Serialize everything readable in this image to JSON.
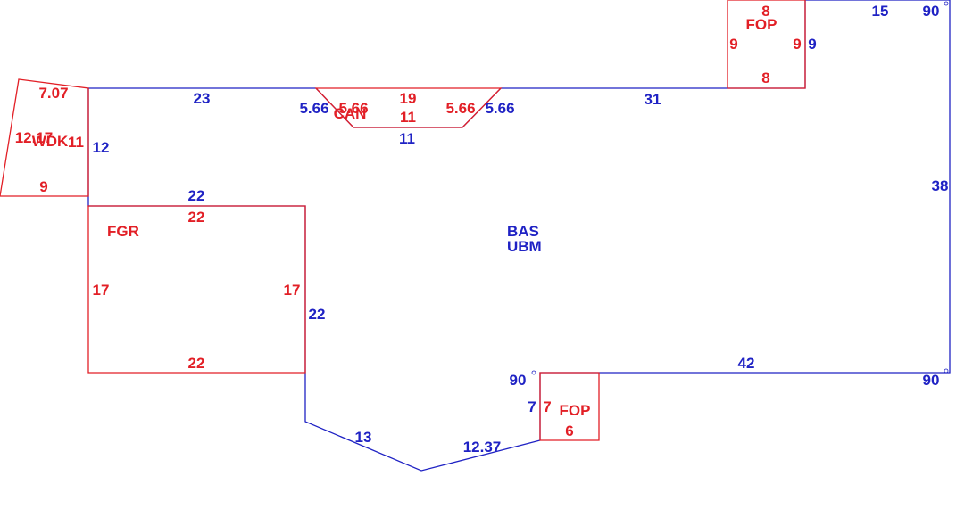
{
  "main_area": {
    "code": "BAS",
    "subcode": "UBM"
  },
  "main_edges": [
    "23",
    "5.66",
    "11",
    "5.66",
    "31",
    "15",
    "38",
    "42",
    "7",
    "12.37",
    "13",
    "22",
    "22",
    "12"
  ],
  "angles": [
    "90",
    "90",
    "90"
  ],
  "degree_symbol": "°",
  "fop_top": {
    "code": "FOP",
    "top": "8",
    "bottom": "8",
    "left": "9",
    "right": "9"
  },
  "fop_bottom": {
    "code": "FOP",
    "left": "7",
    "bottom": "6"
  },
  "can": {
    "code": "CAN",
    "top": "19",
    "bottom": "11",
    "left": "5.66",
    "right": "5.66"
  },
  "wdk": {
    "code": "WDK",
    "top": "7.07",
    "bottom": "9",
    "left": "12.17",
    "right": "11"
  },
  "fgr": {
    "code": "FGR",
    "top": "22",
    "bottom": "22",
    "left": "17",
    "right": "17"
  },
  "colors": {
    "main": "#1f22c4",
    "addition": "#e21f26"
  }
}
